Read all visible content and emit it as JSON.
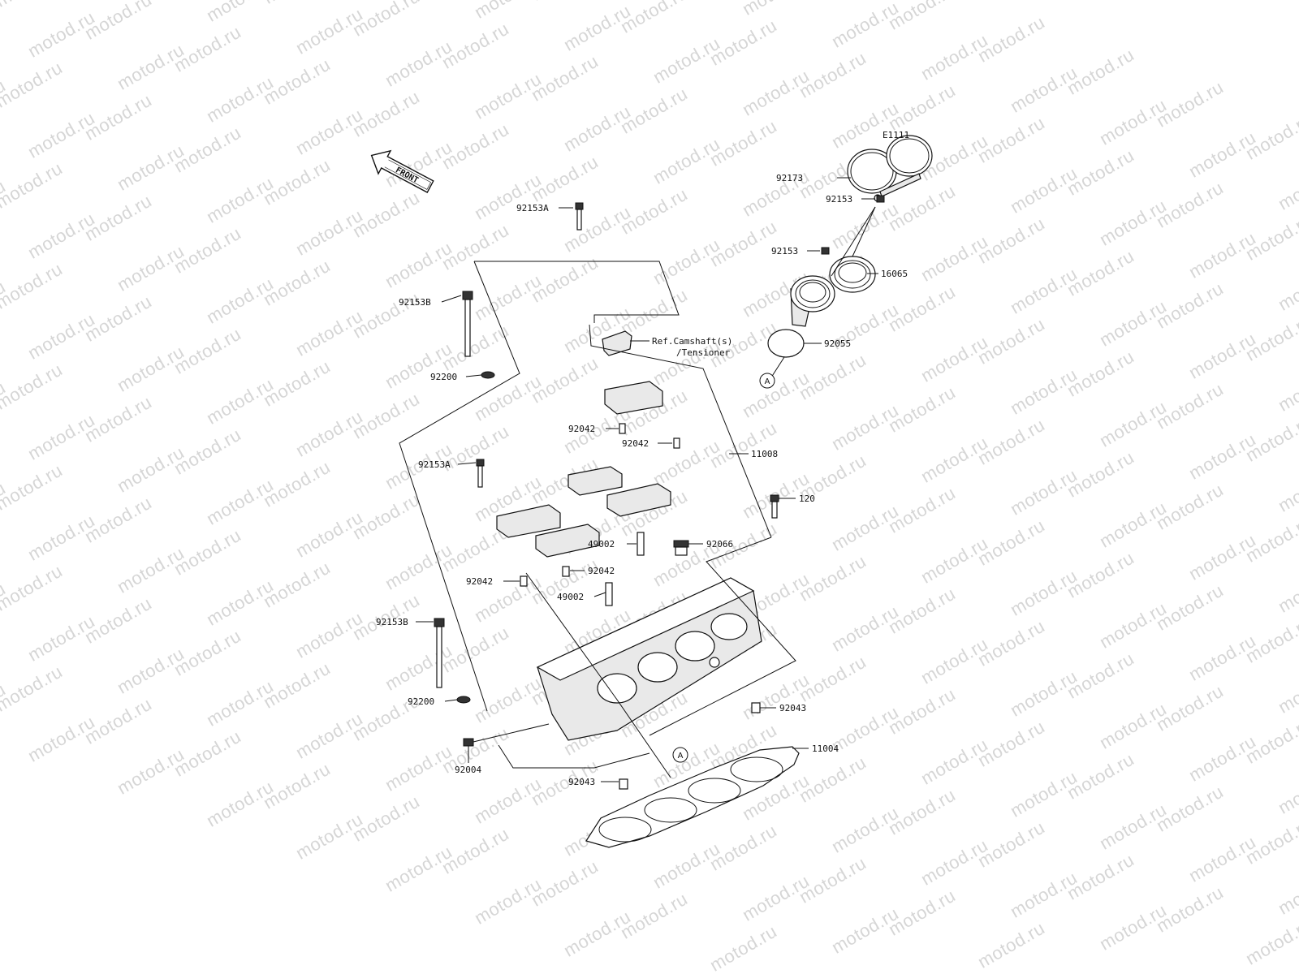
{
  "watermark": {
    "text": "motod.ru"
  },
  "front_arrow": {
    "label": "FRONT"
  },
  "part_labels": [
    {
      "id": "e1111",
      "text": "E1111"
    },
    {
      "id": "92173",
      "text": "92173"
    },
    {
      "id": "92153-top",
      "text": "92153"
    },
    {
      "id": "92153-mid",
      "text": "92153"
    },
    {
      "id": "16065",
      "text": "16065"
    },
    {
      "id": "92055",
      "text": "92055"
    },
    {
      "id": "92153a-top",
      "text": "92153A"
    },
    {
      "id": "92153b-top",
      "text": "92153B"
    },
    {
      "id": "92200-top",
      "text": "92200"
    },
    {
      "id": "92042-a",
      "text": "92042"
    },
    {
      "id": "92042-b",
      "text": "92042"
    },
    {
      "id": "11008",
      "text": "11008"
    },
    {
      "id": "92153a-mid",
      "text": "92153A"
    },
    {
      "id": "120",
      "text": "120"
    },
    {
      "id": "49002-a",
      "text": "49002"
    },
    {
      "id": "92066",
      "text": "92066"
    },
    {
      "id": "92042-c",
      "text": "92042"
    },
    {
      "id": "92042-d",
      "text": "92042"
    },
    {
      "id": "49002-b",
      "text": "49002"
    },
    {
      "id": "92153b-bottom",
      "text": "92153B"
    },
    {
      "id": "92043-right",
      "text": "92043"
    },
    {
      "id": "92200-bottom",
      "text": "92200"
    },
    {
      "id": "11004",
      "text": "11004"
    },
    {
      "id": "92004",
      "text": "92004"
    },
    {
      "id": "92043-bottom",
      "text": "92043"
    }
  ],
  "references": {
    "camshaft_line1": "Ref.Camshaft(s)",
    "camshaft_line2": "/Tensioner"
  },
  "callouts": {
    "a_top": "A",
    "a_bottom": "A"
  }
}
